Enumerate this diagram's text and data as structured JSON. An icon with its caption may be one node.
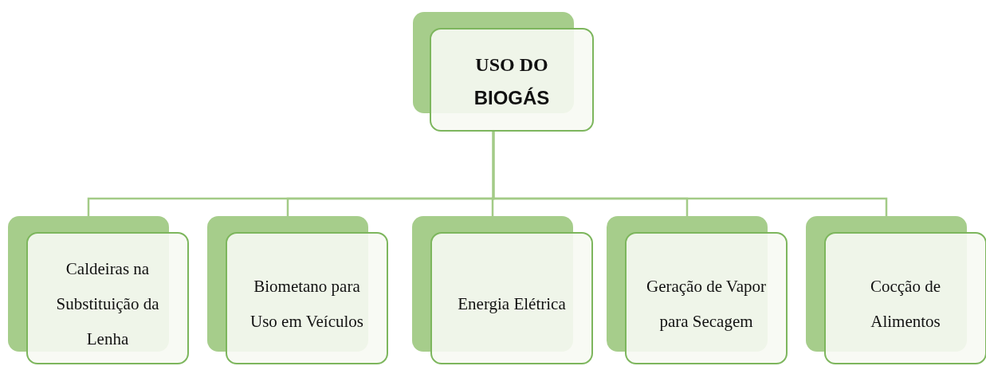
{
  "diagram": {
    "nodes": [
      {
        "text": [
          "USO DO",
          "BIOGÁS"
        ]
      },
      {
        "text": [
          "Caldeiras na Substituição da Lenha"
        ]
      },
      {
        "text": [
          "Biometano para Uso em Veículos"
        ]
      },
      {
        "text": [
          "Energia Elétrica"
        ]
      },
      {
        "text": [
          "Geração de Vapor para Secagem"
        ]
      },
      {
        "text": [
          "Cocção de Alimentos"
        ]
      }
    ],
    "edges": [
      {
        "from": 0,
        "to": 1,
        "arrow": "none"
      },
      {
        "from": 0,
        "to": 2,
        "arrow": "none"
      },
      {
        "from": 0,
        "to": 3,
        "arrow": "none"
      },
      {
        "from": 0,
        "to": 4,
        "arrow": "none"
      },
      {
        "from": 0,
        "to": 5,
        "arrow": "none"
      }
    ]
  }
}
